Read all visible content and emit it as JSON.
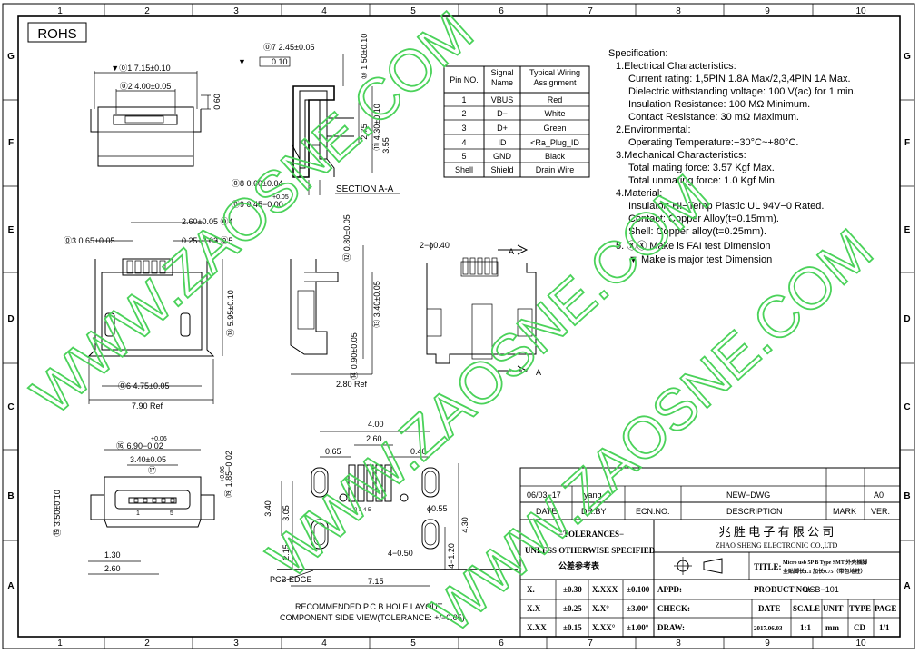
{
  "title": {
    "rohs": "ROHS",
    "section_label": "SECTION A-A"
  },
  "grid": {
    "cols": [
      "1",
      "2",
      "3",
      "4",
      "5",
      "6",
      "7",
      "8",
      "9",
      "10"
    ],
    "rows": [
      "G",
      "F",
      "E",
      "D",
      "C",
      "B",
      "A"
    ]
  },
  "pin_table": {
    "headers": [
      "Pin NO.",
      "Signal Name",
      "Typical Wiring Assignment"
    ],
    "rows": [
      [
        "1",
        "VBUS",
        "Red"
      ],
      [
        "2",
        "D−",
        "White"
      ],
      [
        "3",
        "D+",
        "Green"
      ],
      [
        "4",
        "ID",
        "<Ra_Plug_ID"
      ],
      [
        "5",
        "GND",
        "Black"
      ],
      [
        "Shell",
        "Shield",
        "Drain Wire"
      ]
    ]
  },
  "spec": {
    "lines": [
      "Specification:",
      "1.Electrical Characteristics:",
      "Current rating: 1,5PIN 1.8A Max/2,3,4PIN 1A Max.",
      "Dielectric withstanding voltage: 100 V(ac) for 1 min.",
      "Insulation Resistance: 100 MΩ Minimum.",
      "Contact Resistance: 30 mΩ Maximum.",
      "2.Environmental:",
      "Operating Temperature:−30°C~+80°C.",
      "3.Mechanical Characteristics:",
      "Total mating force: 3.57 Kgf Max.",
      "Total unmating force: 1.0 Kgf Min.",
      "4.Material:",
      "Insulator: HI−Temp Plastic UL 94V−0 Rated.",
      "Contact: Copper Alloy(t=0.15mm).",
      "Shell: Copper alloy(t=0.25mm).",
      "5. ⓍⓍ Make is FAI test Dimension",
      "▼ Make is major test Dimension"
    ]
  },
  "dims": {
    "d715": "▼⓪1 7.15±0.10",
    "d400": "⓪2 4.00±0.05",
    "d060": "0.60",
    "d245": "⓪7 2.45±0.05",
    "d010": "0.10",
    "d150": "⑩ 1.50±0.10",
    "d275": "2.75",
    "d355": "3.55",
    "d430v": "⑪ 4.30±0.10",
    "d0604": "⓪8 0.60±0.04",
    "d045": "⓪9 0.45−0.00",
    "d045tol": "+0.05",
    "d065": "⓪3 0.65±0.05",
    "d260": "2.60±0.05 ⓪4",
    "d025": "0.25±0.03 ⓪5",
    "d595": "⑱ 5.95±0.10",
    "d475": "⓪6 4.75±0.05",
    "d790": "7.90 Ref",
    "d080": "⑫ 0.80±0.05",
    "d340v": "⑬ 3.40±0.05",
    "d090": "⑭ 0.90±0.05",
    "d280": "2.80 Ref",
    "d2040": "2−ϕ0.40",
    "da": "A",
    "d690": "⑯ 6.90−0.02",
    "d690tol": "+0.06",
    "d340": "3.40±0.05",
    "d17": "⑰",
    "d185": "⑲ 1.85−0.02",
    "d185tol": "+0.06",
    "d350": "⑮ 3.50±0.10",
    "d130": "1.30",
    "d260b": "2.60",
    "p1": "1",
    "p5": "5",
    "l400": "4.00",
    "l260": "2.60",
    "l065": "0.65",
    "l040": "0.40",
    "l340": "3.40",
    "l305": "3.05",
    "l215": "2.15",
    "l055": "ϕ0.55",
    "l430": "4.30",
    "l050": "4−0.50",
    "l120": "4−1.20",
    "l715": "7.15",
    "pcb_edge": "PCB EDGE",
    "pins": "1 2 3 4 5",
    "rec1": "RECOMMENDED P.C.B HOLE LAYOUT",
    "rec2": "COMPONENT SIDE VIEW(TOLERANCE: +/−0.05)"
  },
  "title_block": {
    "rev_date": "06/03−17",
    "rev_by": "yang",
    "rev_desc": "NEW−DWG",
    "rev_ver": "A0",
    "h_date": "DATE",
    "h_drby": "DR.BY",
    "h_ecn": "ECN.NO.",
    "h_desc": "DESCRIPTION",
    "h_mark": "MARK",
    "h_ver": "VER.",
    "tol_title": "−TOLERANCES−",
    "tol_sub": "UNLESS OTHERWISE SPECIFIED",
    "tol_cn": "公差参考表",
    "company_cn": "兆 胜 电 子 有 限 公 司",
    "company_en": "ZHAO SHENG ELECTRONIC CO.,LTD",
    "title_label": "TITLE:",
    "title_value1": "Micro usb 5P B Type SMT 外壳插脚",
    "title_value2": "全贴脚长1.1 加长0.75（带包地柱）",
    "tol_rows": [
      [
        "X.",
        "±0.30",
        "X.XXX",
        "±0.100"
      ],
      [
        "X.X",
        "±0.25",
        "X.X°",
        "±3.00°"
      ],
      [
        "X.XX",
        "±0.15",
        "X.XX°",
        "±1.00°"
      ]
    ],
    "appd": "APPD:",
    "product_no_label": "PRODUCT NO:",
    "product_no": "USB−101",
    "check": "CHECK:",
    "draw": "DRAW:",
    "h2_date": "DATE",
    "h2_scale": "SCALE",
    "h2_unit": "UNIT",
    "h2_type": "TYPE",
    "h2_page": "PAGE",
    "v_date": "2017.06.03",
    "v_scale": "1:1",
    "v_unit": "mm",
    "v_type": "CD",
    "v_page": "1/1"
  },
  "watermark": {
    "text": "WWW.ZAOSNE.COM",
    "color": "#4bd25a"
  }
}
